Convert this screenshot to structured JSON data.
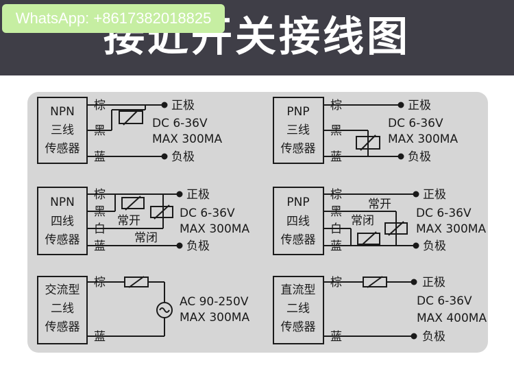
{
  "header": {
    "title": "接近开关接线图",
    "watermark": "WhatsApp: +8617382018825",
    "background": "#3f3e47",
    "watermark_bg": "#c6eea2"
  },
  "wires": {
    "brown": "棕",
    "black": "黑",
    "white": "白",
    "blue": "蓝"
  },
  "terminals": {
    "positive": "正极",
    "negative": "负极"
  },
  "contacts": {
    "normally_open": "常开",
    "normally_closed": "常闭"
  },
  "ratings": {
    "dc_voltage": "DC 6-36V",
    "ac_voltage": "AC 90-250V",
    "max_300": "MAX 300MA",
    "max_400": "MAX 400MA"
  },
  "sensors": {
    "npn3": [
      "NPN",
      "三线",
      "传感器"
    ],
    "pnp3": [
      "PNP",
      "三线",
      "传感器"
    ],
    "npn4": [
      "NPN",
      "四线",
      "传感器"
    ],
    "pnp4": [
      "PNP",
      "四线",
      "传感器"
    ],
    "ac2": [
      "交流型",
      "二线",
      "传感器"
    ],
    "dc2": [
      "直流型",
      "二线",
      "传感器"
    ]
  }
}
